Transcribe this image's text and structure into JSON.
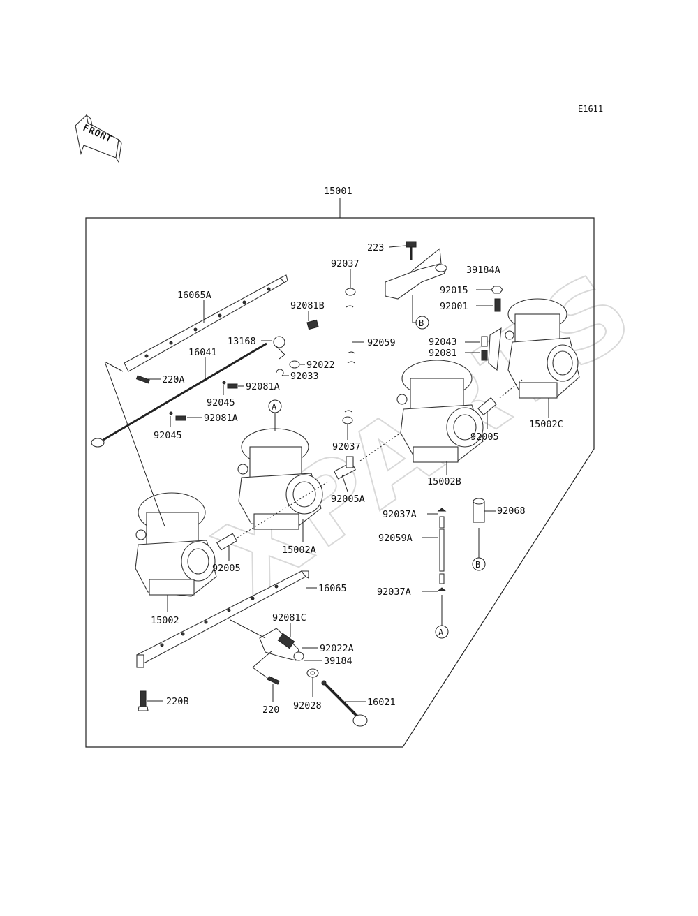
{
  "diagram_code": "E1611",
  "front_label": "FRONT",
  "watermark": "XPARTS",
  "assembly_number": "15001",
  "ref_markers": [
    {
      "key": "B",
      "name": "ref-circle-b-upper"
    },
    {
      "key": "A",
      "name": "ref-circle-a-mid"
    },
    {
      "key": "B",
      "name": "ref-circle-b-lower"
    },
    {
      "key": "A",
      "name": "ref-circle-a-lower"
    }
  ],
  "parts": [
    "223",
    "92037",
    "39184A",
    "92015",
    "92001",
    "16065A",
    "92081B",
    "13168",
    "92059",
    "92043",
    "92081",
    "16041",
    "92022",
    "92033",
    "220A",
    "92081A",
    "92045",
    "92081A",
    "92045",
    "92037",
    "92005",
    "15002C",
    "15002B",
    "92005A",
    "92068",
    "92037A",
    "92059A",
    "92005",
    "15002A",
    "16065",
    "92037A",
    "15002",
    "92081C",
    "92022A",
    "39184",
    "220B",
    "220",
    "92028",
    "16021"
  ]
}
